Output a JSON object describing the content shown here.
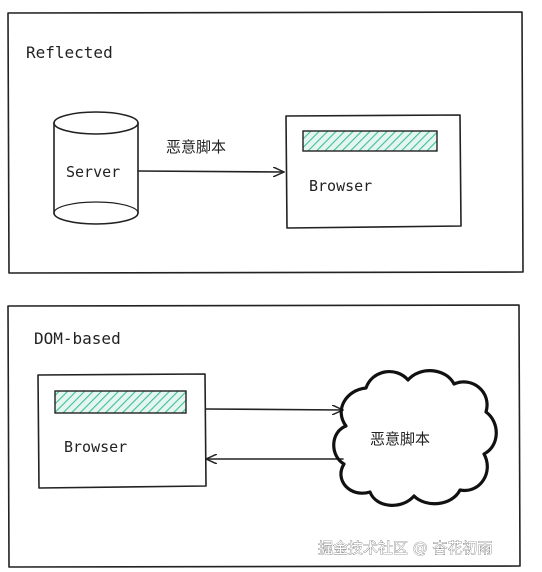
{
  "colors": {
    "ink": "#222222",
    "hatch": "#3fbf9a",
    "hatch_bg": "#e4f6ef",
    "background": "#ffffff"
  },
  "reflected": {
    "title": "Reflected",
    "server_label": "Server",
    "arrow_label": "恶意脚本",
    "browser_label": "Browser"
  },
  "dom_based": {
    "title": "DOM-based",
    "browser_label": "Browser",
    "cloud_label": "恶意脚本"
  },
  "watermark": "掘金技术社区 @ 杏花初雨"
}
